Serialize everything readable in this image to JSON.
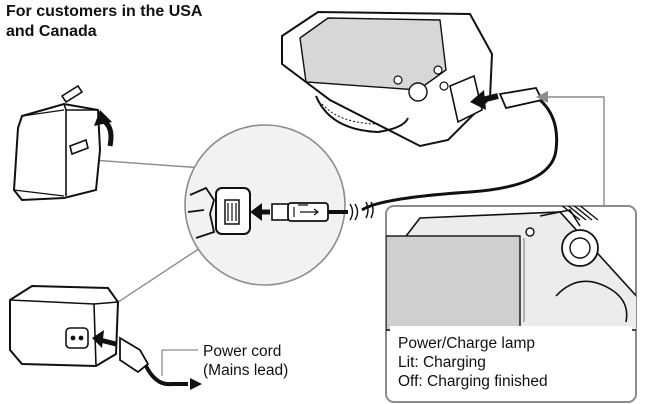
{
  "heading": {
    "line1": "For customers in the USA",
    "line2": "and Canada"
  },
  "power_cord": {
    "line1": "Power cord",
    "line2": "(Mains lead)"
  },
  "lamp": {
    "title": "Power/Charge lamp",
    "lit": "Lit: Charging",
    "off": "Off: Charging finished"
  },
  "colors": {
    "ink": "#111111",
    "callout_stroke": "#8c8c8c",
    "callout_fill": "#f2f2f2",
    "lcd": "#d7d7d7"
  }
}
